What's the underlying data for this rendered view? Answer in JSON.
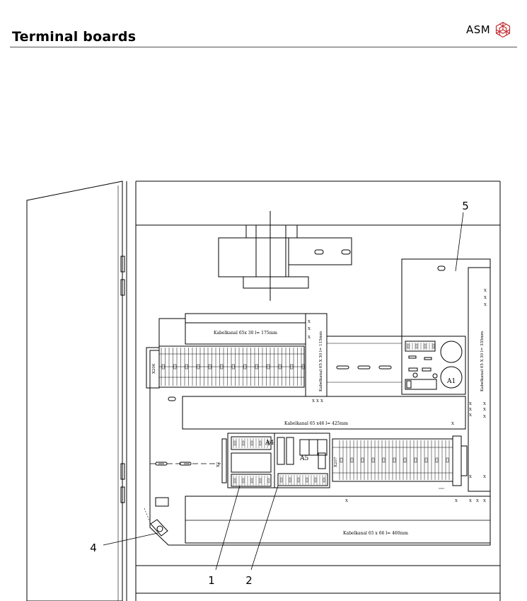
{
  "header": {
    "title": "Terminal boards",
    "brand": "ASM",
    "brand_color": "#c0282d"
  },
  "diagram": {
    "channels": {
      "top": "Kabelkanal 65x 30 l= 175mm",
      "vertical_left": "Kabelkanal 65 X 30 l= 115mm",
      "vertical_right": "Kabelkanal 65 X 30 l= 335mm",
      "middle": "Kabelkanal 65 x46 l= 425mm",
      "bottom": "Kabelkanal 65 x 66 l= 460mm"
    },
    "module_labels": {
      "a1": "A1",
      "a4": "A4",
      "a5": "A5",
      "x206": "X206",
      "x2": "X2",
      "x207": "X207"
    },
    "x_marker": "X",
    "callouts": [
      "1",
      "2",
      "4",
      "5"
    ]
  }
}
